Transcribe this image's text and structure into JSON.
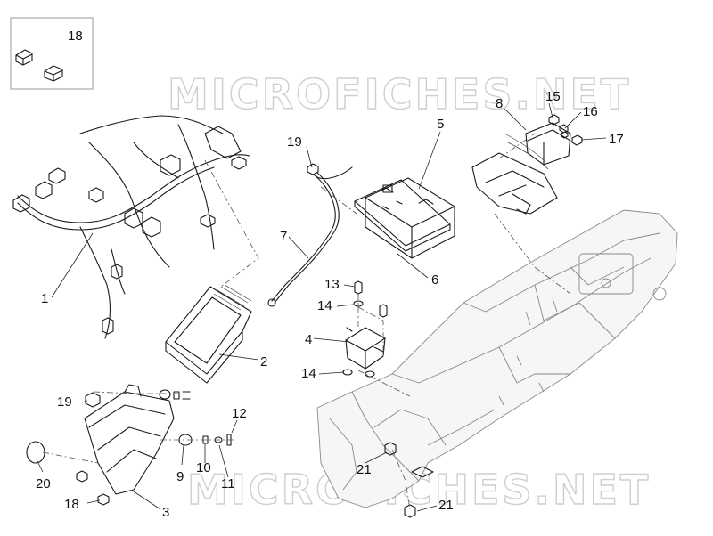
{
  "watermark": {
    "text": "MICROFICHES.NET"
  },
  "callouts": {
    "c1": "1",
    "c2": "2",
    "c3": "3",
    "c4": "4",
    "c5": "5",
    "c6": "6",
    "c7": "7",
    "c8": "8",
    "c10": "10",
    "c9": "9",
    "c11": "11",
    "c12": "12",
    "c13": "13",
    "c14a": "14",
    "c14b": "14",
    "c15": "15",
    "c16": "16",
    "c17": "17",
    "c18a": "18",
    "c18b": "18",
    "c19a": "19",
    "c19b": "19",
    "c20": "20",
    "c21a": "21",
    "c21b": "21"
  }
}
